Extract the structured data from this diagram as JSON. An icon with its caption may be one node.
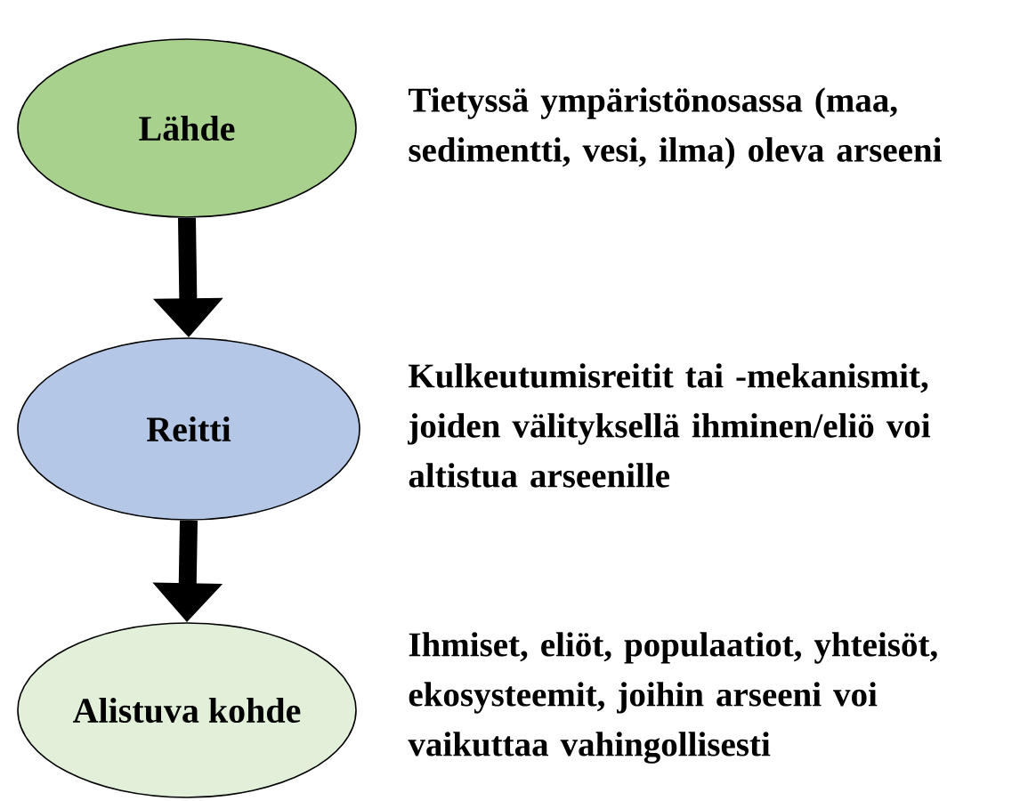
{
  "diagram": {
    "nodes": [
      {
        "text": [
          "Lähde"
        ],
        "beside": [
          "Tietyssä ympäristönosassa (maa, sedimentti, vesi, ilma) oleva arseeni"
        ]
      },
      {
        "text": [
          "Reitti"
        ],
        "beside": [
          "Kulkeutumisreitit tai -mekanismit, joiden välityksellä ihminen/eliö voi altistua arseenille"
        ]
      },
      {
        "text": [
          "Alistuva kohde"
        ],
        "beside": [
          "Ihmiset, eliöt, populaatiot, yhteisöt, ekosysteemit, joihin arseeni voi vaikuttaa vahingollisesti"
        ]
      }
    ],
    "edges": [
      {
        "from": 0,
        "to": 1,
        "arrow": "to"
      },
      {
        "from": 1,
        "to": 2,
        "arrow": "to"
      }
    ]
  }
}
